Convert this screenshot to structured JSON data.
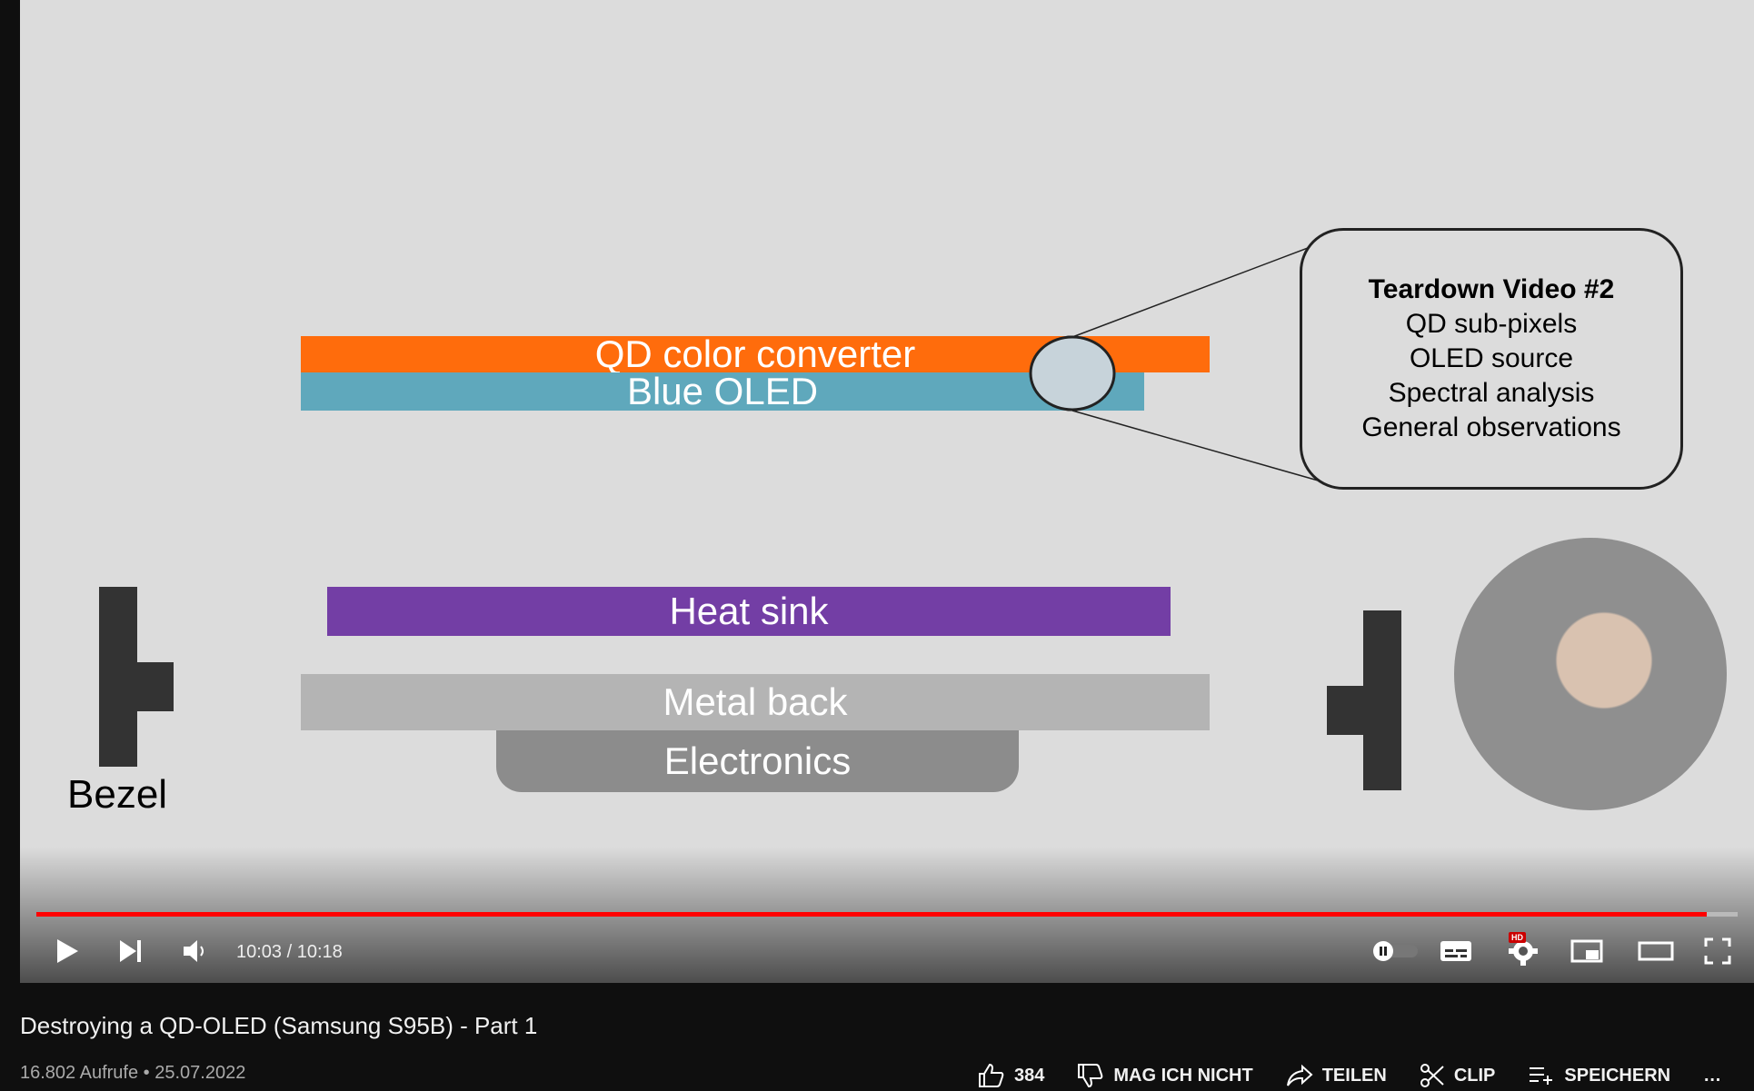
{
  "video": {
    "title": "Destroying a QD-OLED (Samsung S95B) - Part 1",
    "views": "16.802 Aufrufe",
    "date": "25.07.2022",
    "separator": "•",
    "time_display": "10:03 / 10:18",
    "progress_fraction": 0.982
  },
  "slide": {
    "qd_label": "QD color converter",
    "blue_oled_label": "Blue OLED",
    "heat_sink_label": "Heat sink",
    "metal_back_label": "Metal back",
    "electronics_label": "Electronics",
    "bezel_label": "Bezel",
    "callout": {
      "title": "Teardown Video #2",
      "lines": [
        "QD sub-pixels",
        "OLED source",
        "Spectral analysis",
        "General observations"
      ]
    },
    "colors": {
      "qd": "#ff6c0c",
      "blue_oled": "#5fa8bc",
      "heat_sink": "#733ea5",
      "metal_back": "#b4b4b4",
      "electronics": "#8c8c8c"
    }
  },
  "actions": {
    "likes": "384",
    "dislike_label": "MAG ICH NICHT",
    "share_label": "TEILEN",
    "clip_label": "CLIP",
    "save_label": "SPEICHERN",
    "more": "…"
  },
  "controls": {
    "hd_badge": "HD",
    "icons": [
      "play-icon",
      "next-icon",
      "volume-icon",
      "autoplay-toggle",
      "subtitles-icon",
      "settings-icon",
      "miniplayer-icon",
      "theater-icon",
      "fullscreen-icon"
    ]
  }
}
